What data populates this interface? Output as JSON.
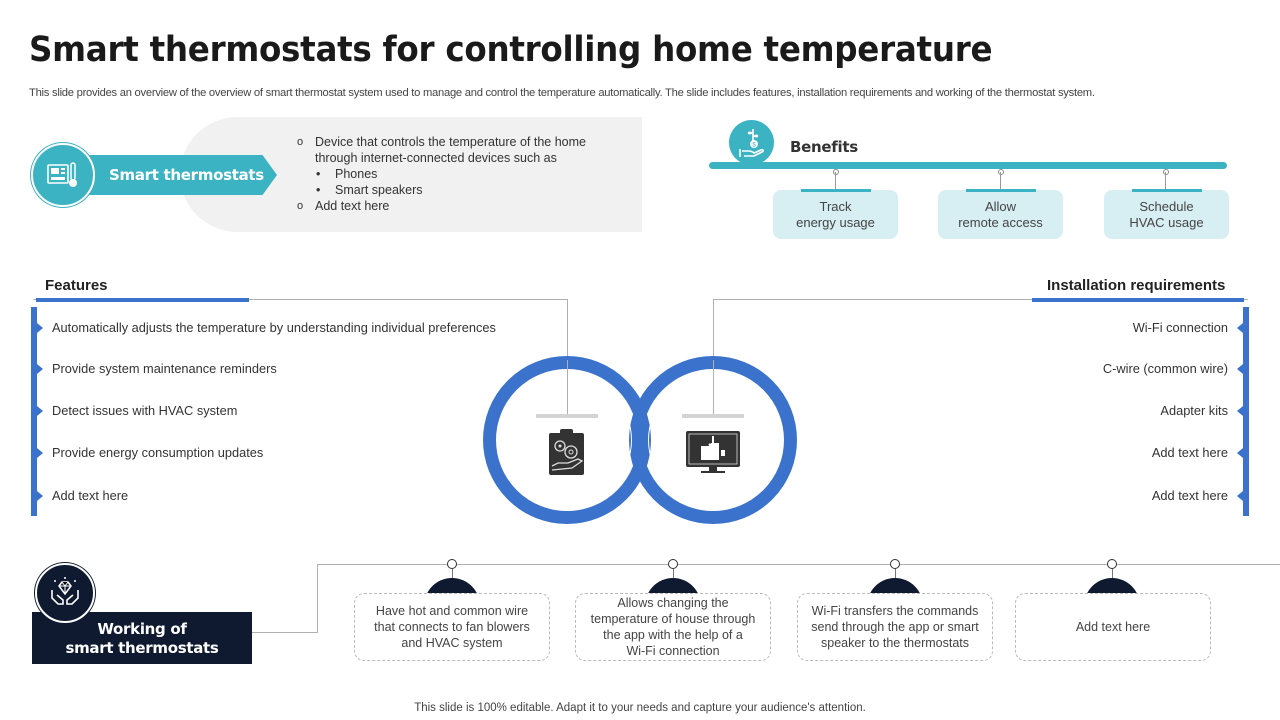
{
  "header": {
    "title": "Smart thermostats for controlling home temperature",
    "subtitle": "This slide provides an overview of the overview of smart thermostat system used to manage and control the temperature automatically. The slide includes features, installation requirements and working of the thermostat system."
  },
  "smart_thermostats": {
    "label": "Smart thermostats",
    "icon": "thermostat-icon",
    "points": [
      {
        "level": 1,
        "text": "Device that controls the temperature of the home"
      },
      {
        "level": 0,
        "text": "through internet-connected devices such as"
      },
      {
        "level": 2,
        "text": "Phones"
      },
      {
        "level": 2,
        "text": "Smart speakers"
      },
      {
        "level": 1,
        "text": "Add text here"
      }
    ]
  },
  "benefits": {
    "title": "Benefits",
    "icon": "money-plant-hand-icon",
    "items": [
      {
        "line1": "Track",
        "line2": "energy usage"
      },
      {
        "line1": "Allow",
        "line2": "remote access"
      },
      {
        "line1": "Schedule",
        "line2": "HVAC usage"
      }
    ]
  },
  "features": {
    "title": "Features",
    "items": [
      "Automatically adjusts the temperature  by understanding  individual  preferences",
      "Provide  system maintenance  reminders",
      "Detect issues with HVAC system",
      "Provide  energy consumption  updates",
      "Add text here"
    ]
  },
  "installation": {
    "title": "Installation requirements",
    "items": [
      "Wi-Fi connection",
      "C-wire  (common wire)",
      "Adapter  kits",
      "Add text here",
      "Add text here"
    ]
  },
  "center_icons": {
    "left": "clipboard-gears-icon",
    "right": "monitor-download-icon"
  },
  "working": {
    "title_line1": "Working of",
    "title_line2": "smart thermostats",
    "icon": "diamond-hands-icon",
    "steps": [
      {
        "lines": [
          "Have  hot and common wire",
          "that connects to fan blowers",
          "and HVAC system"
        ]
      },
      {
        "lines": [
          "Allows changing the",
          "temperature  of house through",
          "the app with the help of a",
          "Wi-Fi connection"
        ]
      },
      {
        "lines": [
          "Wi-Fi transfers the commands",
          "send through  the app or smart",
          "speaker to the thermostats"
        ]
      },
      {
        "lines": [
          "Add text here"
        ]
      }
    ]
  },
  "footer": {
    "text": "This slide is 100% editable. Adapt it to your needs and capture your audience's attention."
  },
  "colors": {
    "teal": "#3bb3c3",
    "blue": "#3a72cc",
    "navy": "#0f1a30",
    "light_teal": "#d7eef2",
    "panel_gray": "#f1f1f1"
  }
}
